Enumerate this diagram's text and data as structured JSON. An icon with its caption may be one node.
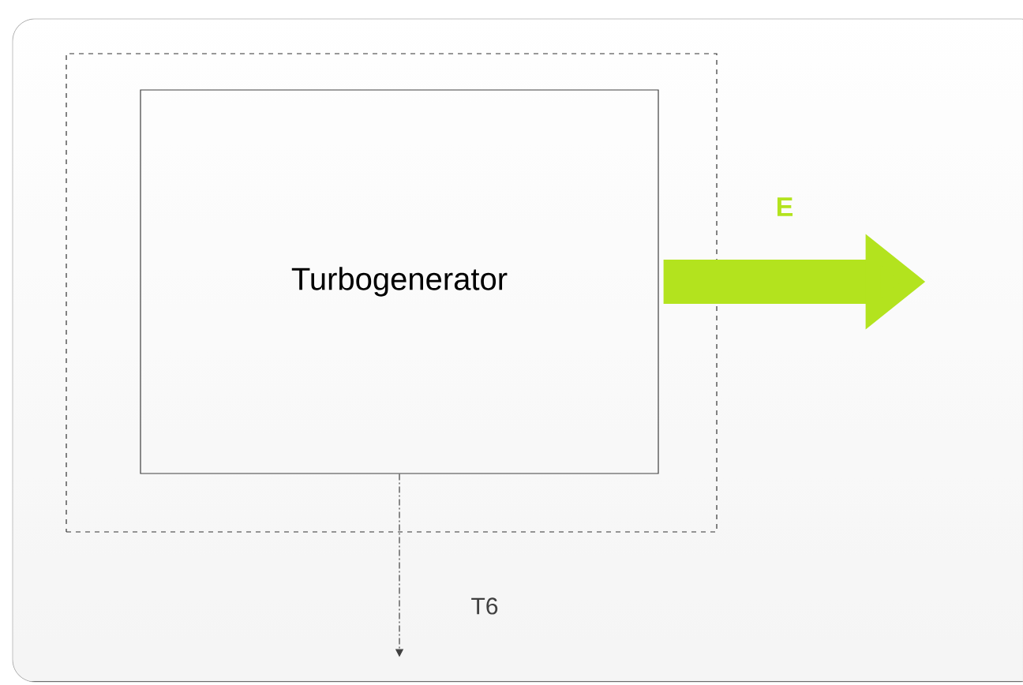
{
  "diagram": {
    "nodes": [
      {
        "text": [],
        "shape": "box"
      },
      {
        "text": [
          "Turbogenerator"
        ],
        "in": 0
      }
    ],
    "edges": [
      {
        "from": 1,
        "to": null,
        "arrow": "to",
        "label": "E",
        "style": "thick",
        "color": "#b3e31e"
      },
      {
        "from": 1,
        "to": null,
        "arrow": "to",
        "label": "T6",
        "style": "dashed",
        "color": "#404040"
      }
    ]
  }
}
